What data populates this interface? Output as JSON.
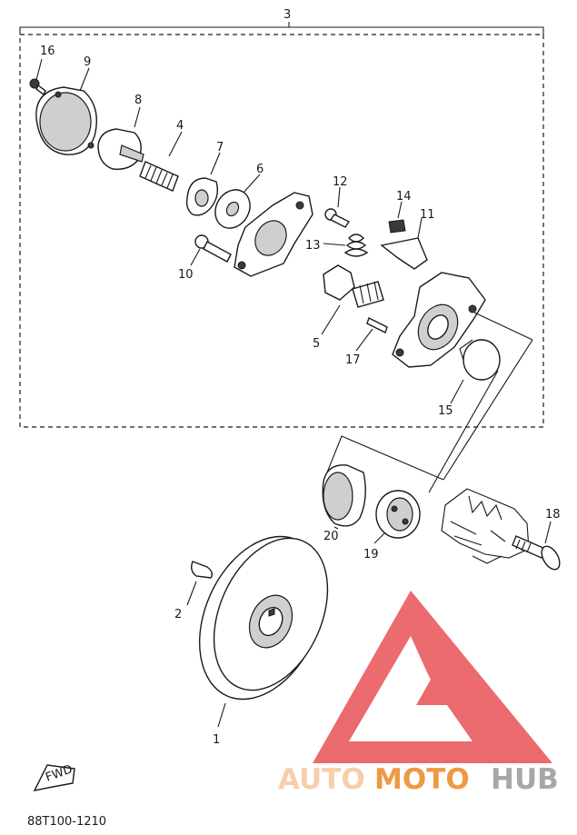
{
  "labels": {
    "n1": "1",
    "n2": "2",
    "n3": "3",
    "n4": "4",
    "n5": "5",
    "n6": "6",
    "n7": "7",
    "n8": "8",
    "n9": "9",
    "n10": "10",
    "n11": "11",
    "n12": "12",
    "n13": "13",
    "n14": "14",
    "n15": "15",
    "n16": "16",
    "n17": "17",
    "n18": "18",
    "n19": "19",
    "n20": "20"
  },
  "fwd_label": "FWD",
  "diagram_code": "88T100-1210",
  "watermark": {
    "part1": "AUTO",
    "part2": "MOTO",
    "part3": "HUB",
    "color_light": "#f6c89f",
    "color_orange": "#ee8a2b",
    "color_gray": "#9b9b9b",
    "color_red": "#e8565a"
  }
}
